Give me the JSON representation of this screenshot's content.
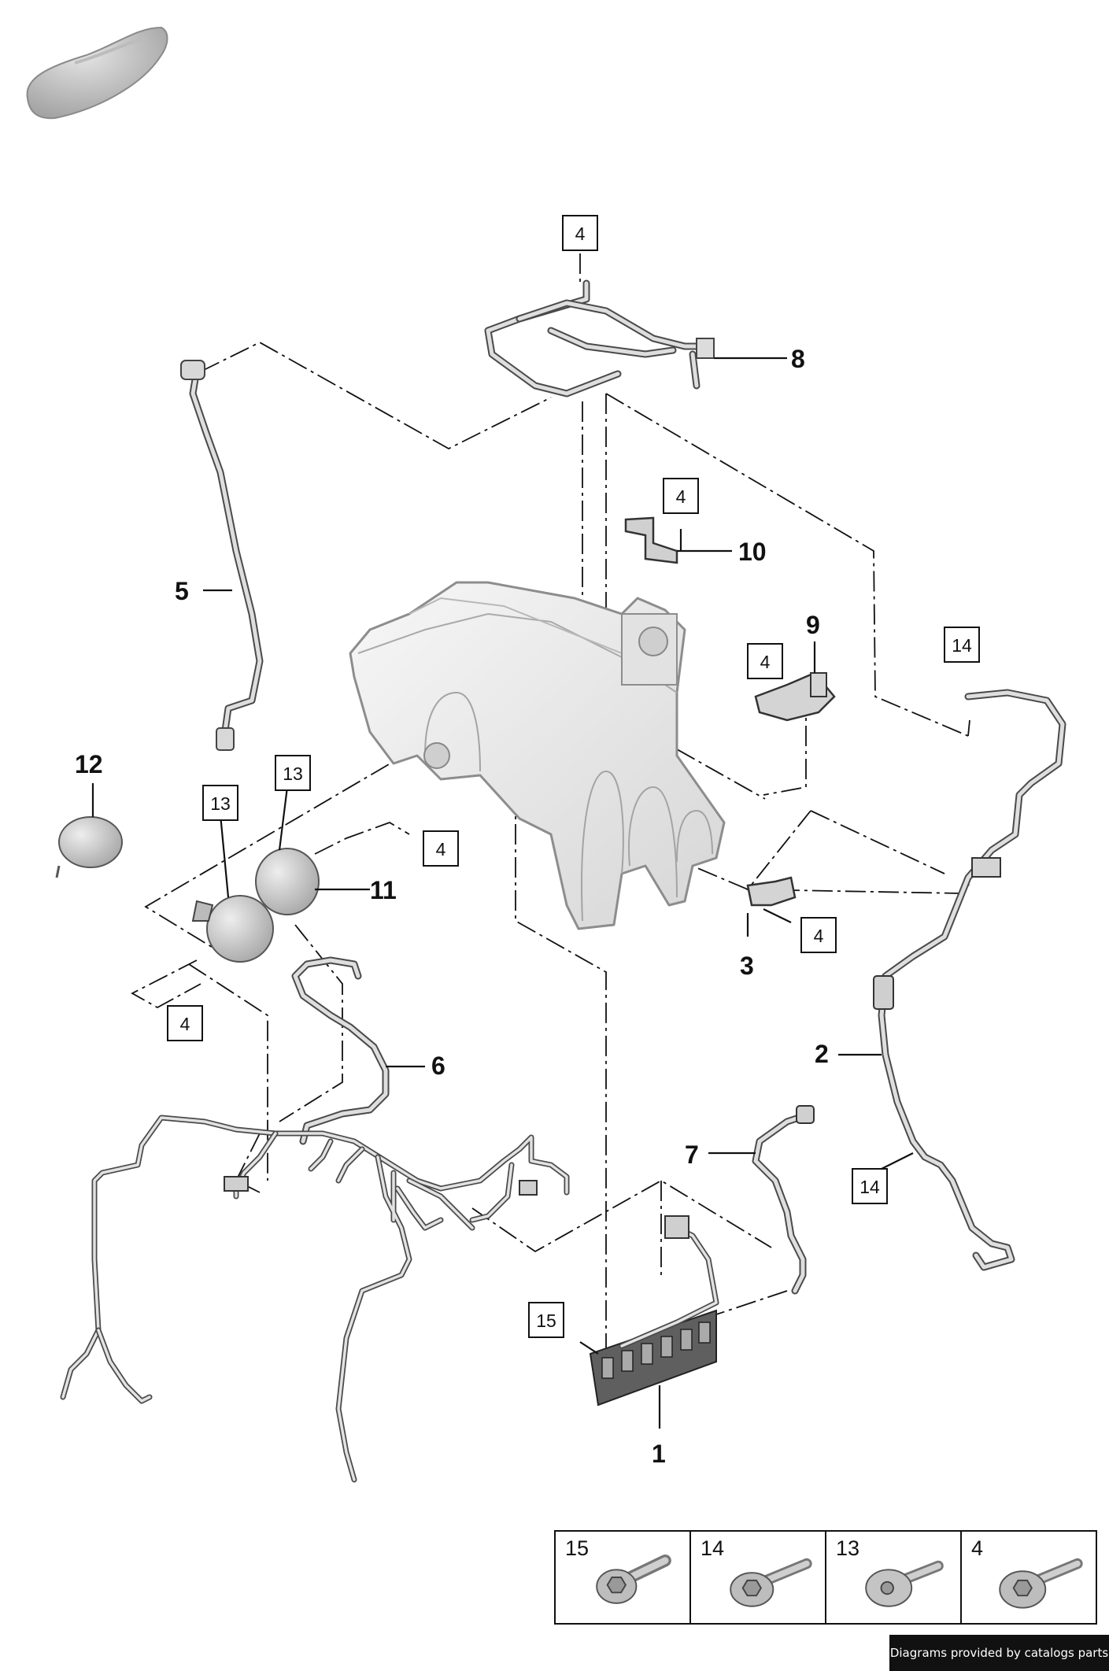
{
  "diagram": {
    "parts": [
      {
        "num": "1"
      },
      {
        "num": "2"
      },
      {
        "num": "3"
      },
      {
        "num": "5"
      },
      {
        "num": "6"
      },
      {
        "num": "7"
      },
      {
        "num": "8"
      },
      {
        "num": "9"
      },
      {
        "num": "10"
      },
      {
        "num": "11"
      },
      {
        "num": "12"
      }
    ],
    "callouts": [
      "4",
      "4",
      "4",
      "4",
      "4",
      "4",
      "13",
      "13",
      "14",
      "14",
      "15"
    ]
  },
  "reference_table": {
    "cells": [
      {
        "label": "15",
        "icon": "torx-flange-bolt-icon"
      },
      {
        "label": "14",
        "icon": "torx-flange-bolt-icon"
      },
      {
        "label": "13",
        "icon": "hex-flange-bolt-icon"
      },
      {
        "label": "4",
        "icon": "torx-flange-bolt-icon"
      }
    ]
  },
  "credit": "Diagrams provided by catalogs parts"
}
